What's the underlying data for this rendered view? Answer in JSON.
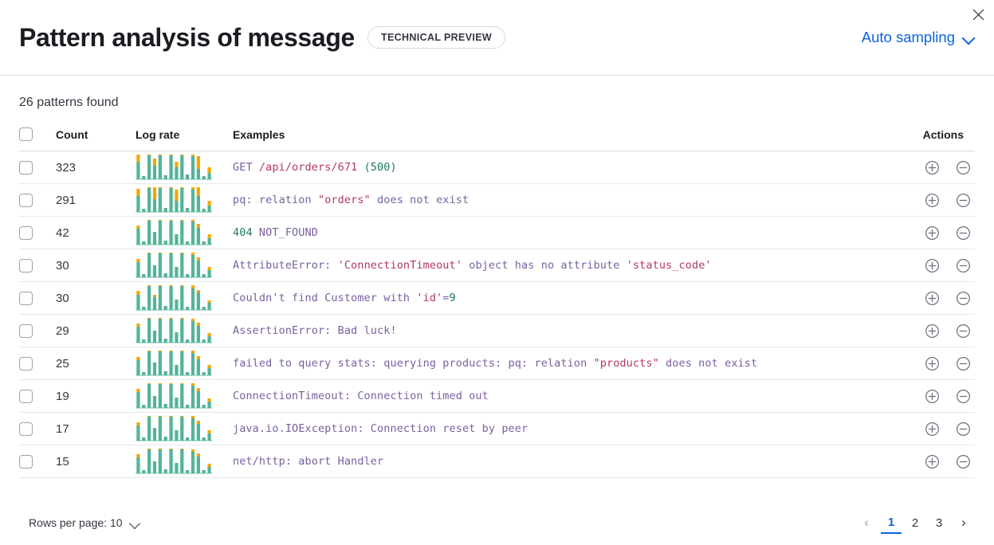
{
  "header": {
    "title": "Pattern analysis of message",
    "badge": "TECHNICAL PREVIEW",
    "sampling_label": "Auto sampling",
    "close_icon": "close-icon",
    "chevron_icon": "chevron-down-icon",
    "link_color": "#0b64dd"
  },
  "summary": {
    "patterns_found": "26 patterns found"
  },
  "table": {
    "columns": {
      "select": "",
      "count": "Count",
      "log_rate": "Log rate",
      "examples": "Examples",
      "actions": "Actions"
    },
    "select_all_checked": false,
    "colors": {
      "bar_primary": "#54b399",
      "bar_secondary": "#f5a700",
      "token_default": "#7a60a0",
      "token_string": "#b3385a",
      "token_number": "#1c7a5d"
    },
    "rows": [
      {
        "checked": false,
        "count": "323",
        "sparkline": [
          {
            "a": 22,
            "b": 11
          },
          {
            "a": 4,
            "b": 0
          },
          {
            "a": 36,
            "b": 27
          },
          {
            "a": 17,
            "b": 9
          },
          {
            "a": 31,
            "b": 24
          },
          {
            "a": 5,
            "b": 0
          },
          {
            "a": 32,
            "b": 30
          },
          {
            "a": 15,
            "b": 7
          },
          {
            "a": 36,
            "b": 24
          },
          {
            "a": 6,
            "b": 0
          },
          {
            "a": 29,
            "b": 22
          },
          {
            "a": 13,
            "b": 16
          },
          {
            "a": 4,
            "b": 0
          },
          {
            "a": 8,
            "b": 7
          }
        ],
        "example_tokens": [
          {
            "t": "GET ",
            "c": "default"
          },
          {
            "t": "/api/orders/671",
            "c": "string"
          },
          {
            "t": " ",
            "c": "default"
          },
          {
            "t": "(500)",
            "c": "number"
          }
        ],
        "actions": [
          "plus-in-circle-icon",
          "minus-in-circle-icon"
        ]
      },
      {
        "checked": false,
        "count": "291",
        "sparkline": [
          {
            "a": 20,
            "b": 9
          },
          {
            "a": 4,
            "b": 0
          },
          {
            "a": 34,
            "b": 9
          },
          {
            "a": 16,
            "b": 22
          },
          {
            "a": 32,
            "b": 10
          },
          {
            "a": 5,
            "b": 0
          },
          {
            "a": 33,
            "b": 9
          },
          {
            "a": 14,
            "b": 14
          },
          {
            "a": 34,
            "b": 8
          },
          {
            "a": 5,
            "b": 0
          },
          {
            "a": 28,
            "b": 10
          },
          {
            "a": 20,
            "b": 12
          },
          {
            "a": 4,
            "b": 0
          },
          {
            "a": 8,
            "b": 6
          }
        ],
        "example_tokens": [
          {
            "t": "pq: relation ",
            "c": "default"
          },
          {
            "t": "\"orders\"",
            "c": "string"
          },
          {
            "t": " does not exist",
            "c": "default"
          }
        ],
        "actions": [
          "plus-in-circle-icon",
          "minus-in-circle-icon"
        ]
      },
      {
        "checked": false,
        "count": "42",
        "sparkline": [
          {
            "a": 20,
            "b": 4
          },
          {
            "a": 4,
            "b": 0
          },
          {
            "a": 35,
            "b": 3
          },
          {
            "a": 16,
            "b": 0
          },
          {
            "a": 33,
            "b": 3
          },
          {
            "a": 5,
            "b": 0
          },
          {
            "a": 34,
            "b": 4
          },
          {
            "a": 13,
            "b": 0
          },
          {
            "a": 35,
            "b": 3
          },
          {
            "a": 4,
            "b": 0
          },
          {
            "a": 29,
            "b": 3
          },
          {
            "a": 21,
            "b": 5
          },
          {
            "a": 4,
            "b": 0
          },
          {
            "a": 8,
            "b": 5
          }
        ],
        "example_tokens": [
          {
            "t": "404",
            "c": "number"
          },
          {
            "t": " NOT_FOUND",
            "c": "default"
          }
        ],
        "actions": [
          "plus-in-circle-icon",
          "minus-in-circle-icon"
        ]
      },
      {
        "checked": false,
        "count": "30",
        "sparkline": [
          {
            "a": 19,
            "b": 4
          },
          {
            "a": 4,
            "b": 0
          },
          {
            "a": 34,
            "b": 3
          },
          {
            "a": 15,
            "b": 0
          },
          {
            "a": 32,
            "b": 3
          },
          {
            "a": 5,
            "b": 0
          },
          {
            "a": 35,
            "b": 3
          },
          {
            "a": 13,
            "b": 0
          },
          {
            "a": 34,
            "b": 3
          },
          {
            "a": 4,
            "b": 0
          },
          {
            "a": 28,
            "b": 3
          },
          {
            "a": 21,
            "b": 4
          },
          {
            "a": 4,
            "b": 0
          },
          {
            "a": 9,
            "b": 4
          }
        ],
        "example_tokens": [
          {
            "t": "AttributeError: ",
            "c": "default"
          },
          {
            "t": "'ConnectionTimeout'",
            "c": "string"
          },
          {
            "t": " object has no attribute ",
            "c": "default"
          },
          {
            "t": "'status_code'",
            "c": "string"
          }
        ],
        "actions": [
          "plus-in-circle-icon",
          "minus-in-circle-icon"
        ]
      },
      {
        "checked": false,
        "count": "30",
        "sparkline": [
          {
            "a": 19,
            "b": 5
          },
          {
            "a": 4,
            "b": 0
          },
          {
            "a": 34,
            "b": 7
          },
          {
            "a": 16,
            "b": 3
          },
          {
            "a": 33,
            "b": 3
          },
          {
            "a": 5,
            "b": 0
          },
          {
            "a": 35,
            "b": 3
          },
          {
            "a": 13,
            "b": 0
          },
          {
            "a": 33,
            "b": 3
          },
          {
            "a": 4,
            "b": 0
          },
          {
            "a": 27,
            "b": 6
          },
          {
            "a": 22,
            "b": 3
          },
          {
            "a": 4,
            "b": 0
          },
          {
            "a": 9,
            "b": 3
          }
        ],
        "example_tokens": [
          {
            "t": "Couldn't find Customer with ",
            "c": "default"
          },
          {
            "t": "'id'",
            "c": "string"
          },
          {
            "t": "=",
            "c": "default"
          },
          {
            "t": "9",
            "c": "number"
          }
        ],
        "actions": [
          "plus-in-circle-icon",
          "minus-in-circle-icon"
        ]
      },
      {
        "checked": false,
        "count": "29",
        "sparkline": [
          {
            "a": 20,
            "b": 4
          },
          {
            "a": 4,
            "b": 0
          },
          {
            "a": 35,
            "b": 3
          },
          {
            "a": 15,
            "b": 0
          },
          {
            "a": 34,
            "b": 3
          },
          {
            "a": 5,
            "b": 0
          },
          {
            "a": 34,
            "b": 4
          },
          {
            "a": 13,
            "b": 0
          },
          {
            "a": 34,
            "b": 3
          },
          {
            "a": 4,
            "b": 0
          },
          {
            "a": 27,
            "b": 3
          },
          {
            "a": 21,
            "b": 4
          },
          {
            "a": 4,
            "b": 0
          },
          {
            "a": 8,
            "b": 4
          }
        ],
        "example_tokens": [
          {
            "t": "AssertionError: Bad luck!",
            "c": "default"
          }
        ],
        "actions": [
          "plus-in-circle-icon",
          "minus-in-circle-icon"
        ]
      },
      {
        "checked": false,
        "count": "25",
        "sparkline": [
          {
            "a": 19,
            "b": 4
          },
          {
            "a": 4,
            "b": 0
          },
          {
            "a": 34,
            "b": 3
          },
          {
            "a": 16,
            "b": 0
          },
          {
            "a": 33,
            "b": 3
          },
          {
            "a": 5,
            "b": 0
          },
          {
            "a": 35,
            "b": 4
          },
          {
            "a": 13,
            "b": 0
          },
          {
            "a": 34,
            "b": 3
          },
          {
            "a": 4,
            "b": 0
          },
          {
            "a": 28,
            "b": 3
          },
          {
            "a": 20,
            "b": 4
          },
          {
            "a": 4,
            "b": 0
          },
          {
            "a": 9,
            "b": 4
          }
        ],
        "example_tokens": [
          {
            "t": "failed to query stats: querying products: pq: relation ",
            "c": "default"
          },
          {
            "t": "\"products\"",
            "c": "string"
          },
          {
            "t": " does not exist",
            "c": "default"
          }
        ],
        "actions": [
          "plus-in-circle-icon",
          "minus-in-circle-icon"
        ]
      },
      {
        "checked": false,
        "count": "19",
        "sparkline": [
          {
            "a": 20,
            "b": 4
          },
          {
            "a": 4,
            "b": 0
          },
          {
            "a": 35,
            "b": 3
          },
          {
            "a": 15,
            "b": 0
          },
          {
            "a": 33,
            "b": 3
          },
          {
            "a": 5,
            "b": 0
          },
          {
            "a": 34,
            "b": 3
          },
          {
            "a": 13,
            "b": 0
          },
          {
            "a": 35,
            "b": 3
          },
          {
            "a": 4,
            "b": 0
          },
          {
            "a": 28,
            "b": 3
          },
          {
            "a": 21,
            "b": 4
          },
          {
            "a": 4,
            "b": 0
          },
          {
            "a": 8,
            "b": 4
          }
        ],
        "example_tokens": [
          {
            "t": "ConnectionTimeout: Connection timed out",
            "c": "default"
          }
        ],
        "actions": [
          "plus-in-circle-icon",
          "minus-in-circle-icon"
        ]
      },
      {
        "checked": false,
        "count": "17",
        "sparkline": [
          {
            "a": 19,
            "b": 4
          },
          {
            "a": 4,
            "b": 0
          },
          {
            "a": 35,
            "b": 3
          },
          {
            "a": 16,
            "b": 0
          },
          {
            "a": 33,
            "b": 3
          },
          {
            "a": 5,
            "b": 0
          },
          {
            "a": 34,
            "b": 3
          },
          {
            "a": 13,
            "b": 0
          },
          {
            "a": 34,
            "b": 3
          },
          {
            "a": 4,
            "b": 0
          },
          {
            "a": 28,
            "b": 3
          },
          {
            "a": 21,
            "b": 4
          },
          {
            "a": 4,
            "b": 0
          },
          {
            "a": 9,
            "b": 4
          }
        ],
        "example_tokens": [
          {
            "t": "java.io.IOException: Connection reset by peer",
            "c": "default"
          }
        ],
        "actions": [
          "plus-in-circle-icon",
          "minus-in-circle-icon"
        ]
      },
      {
        "checked": false,
        "count": "15",
        "sparkline": [
          {
            "a": 20,
            "b": 4
          },
          {
            "a": 4,
            "b": 0
          },
          {
            "a": 34,
            "b": 3
          },
          {
            "a": 15,
            "b": 0
          },
          {
            "a": 34,
            "b": 3
          },
          {
            "a": 5,
            "b": 0
          },
          {
            "a": 35,
            "b": 3
          },
          {
            "a": 13,
            "b": 0
          },
          {
            "a": 34,
            "b": 3
          },
          {
            "a": 4,
            "b": 0
          },
          {
            "a": 27,
            "b": 3
          },
          {
            "a": 21,
            "b": 4
          },
          {
            "a": 4,
            "b": 0
          },
          {
            "a": 8,
            "b": 4
          }
        ],
        "example_tokens": [
          {
            "t": "net/http: abort Handler",
            "c": "default"
          }
        ],
        "actions": [
          "plus-in-circle-icon",
          "minus-in-circle-icon"
        ]
      }
    ]
  },
  "footer": {
    "rows_per_page": "Rows per page: 10",
    "pagination": {
      "prev": "‹",
      "next": "›",
      "pages": [
        "1",
        "2",
        "3"
      ],
      "active_page": "1"
    }
  }
}
